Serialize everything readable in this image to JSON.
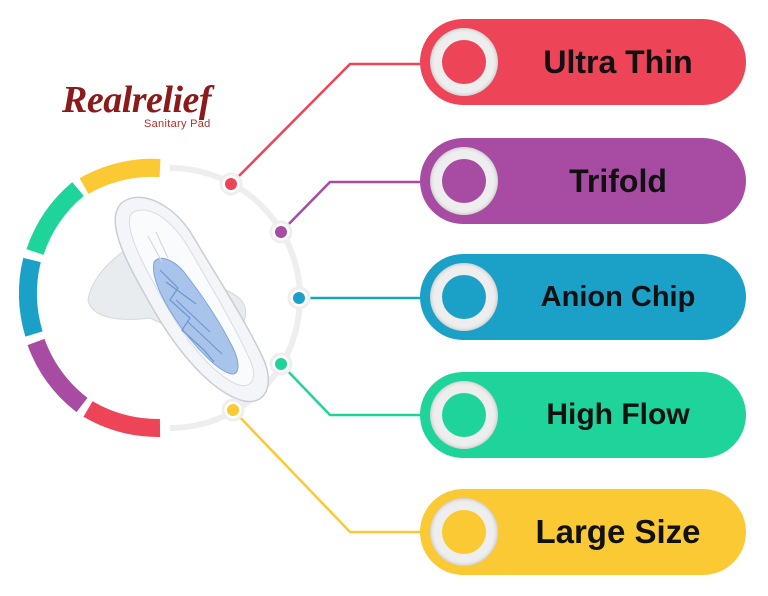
{
  "brand": {
    "name": "Realrelief",
    "subtitle": "Sanitary Pad",
    "color": "#8b1a1a"
  },
  "features": [
    {
      "label": "Ultra Thin",
      "color": "#ee4458",
      "font_size": 32
    },
    {
      "label": "Trifold",
      "color": "#a74ba3",
      "font_size": 32
    },
    {
      "label": "Anion Chip",
      "color": "#1ba1c8",
      "font_size": 29
    },
    {
      "label": "High Flow",
      "color": "#1ed49b",
      "font_size": 30
    },
    {
      "label": "Large Size",
      "color": "#fbc933",
      "font_size": 33
    }
  ],
  "ring_colors": [
    "#fbc933",
    "#1ed49b",
    "#1ba1c8",
    "#a74ba3",
    "#ee4458"
  ],
  "product_image": "sanitary-pad"
}
